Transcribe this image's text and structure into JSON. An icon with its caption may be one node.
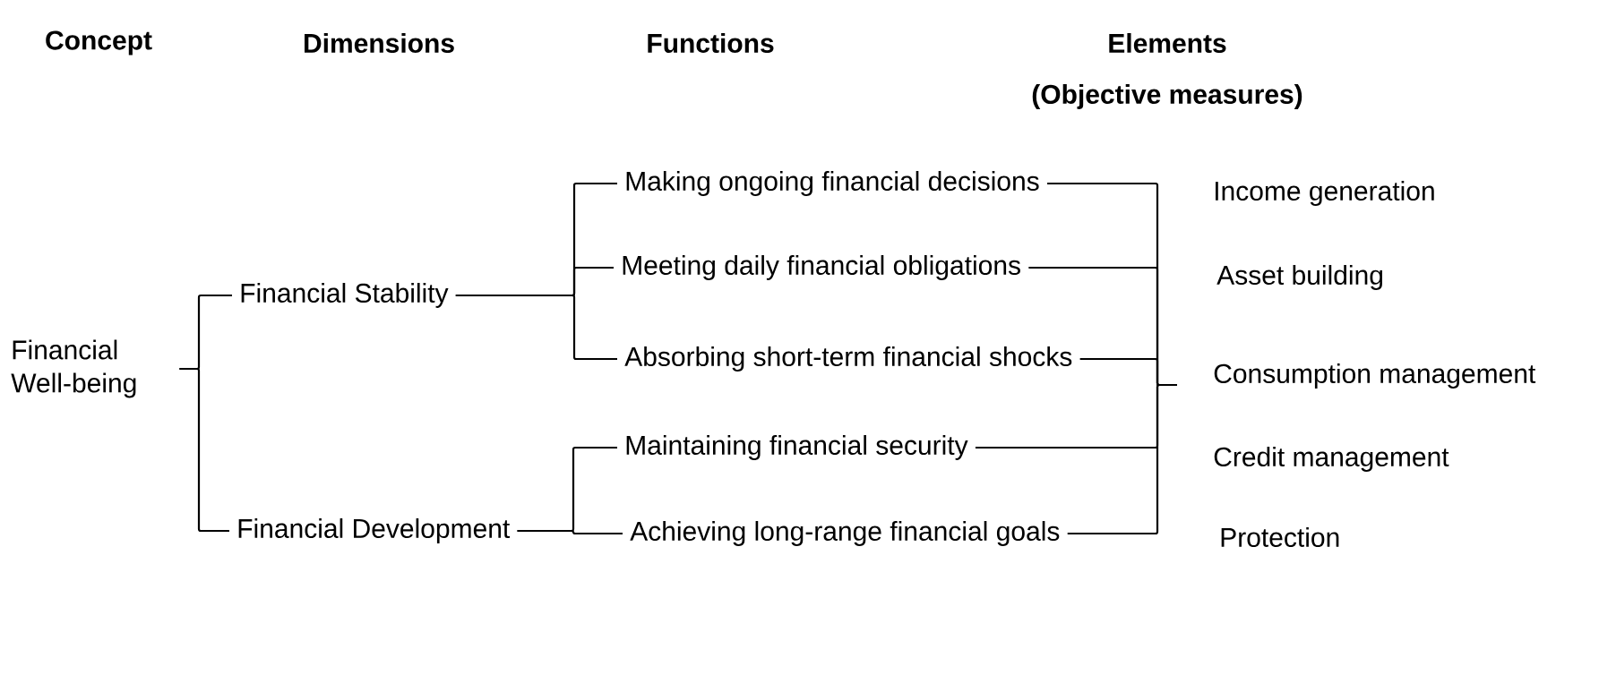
{
  "diagram": {
    "nodes": [
      {
        "text": [
          "Financial Well-being"
        ]
      },
      {
        "text": [
          "Financial Stability"
        ]
      },
      {
        "text": [
          "Financial Development"
        ]
      },
      {
        "text": [
          "Making ongoing financial decisions"
        ]
      },
      {
        "text": [
          "Meeting daily financial obligations"
        ]
      },
      {
        "text": [
          "Absorbing short-term financial shocks"
        ]
      },
      {
        "text": [
          "Maintaining financial security"
        ]
      },
      {
        "text": [
          "Achieving long-range financial goals"
        ]
      },
      {
        "text": [
          "Income generation"
        ]
      },
      {
        "text": [
          "Asset building"
        ]
      },
      {
        "text": [
          "Consumption management"
        ]
      },
      {
        "text": [
          "Credit management"
        ]
      },
      {
        "text": [
          "Protection"
        ]
      }
    ],
    "edges": [
      {
        "from": 0,
        "to": 1,
        "arrow": "none"
      },
      {
        "from": 0,
        "to": 2,
        "arrow": "none"
      },
      {
        "from": 1,
        "to": 3,
        "arrow": "none"
      },
      {
        "from": 1,
        "to": 4,
        "arrow": "none"
      },
      {
        "from": 1,
        "to": 5,
        "arrow": "none"
      },
      {
        "from": 2,
        "to": 6,
        "arrow": "none"
      },
      {
        "from": 2,
        "to": 7,
        "arrow": "none"
      },
      {
        "from": 3,
        "to": null,
        "arrow": "none"
      },
      {
        "from": 4,
        "to": null,
        "arrow": "none"
      },
      {
        "from": 5,
        "to": null,
        "arrow": "none"
      },
      {
        "from": 6,
        "to": null,
        "arrow": "none"
      },
      {
        "from": 7,
        "to": null,
        "arrow": "none"
      }
    ],
    "labels": [
      "Concept",
      "Dimensions",
      "Functions",
      "Elements",
      "(Objective measures)"
    ]
  }
}
